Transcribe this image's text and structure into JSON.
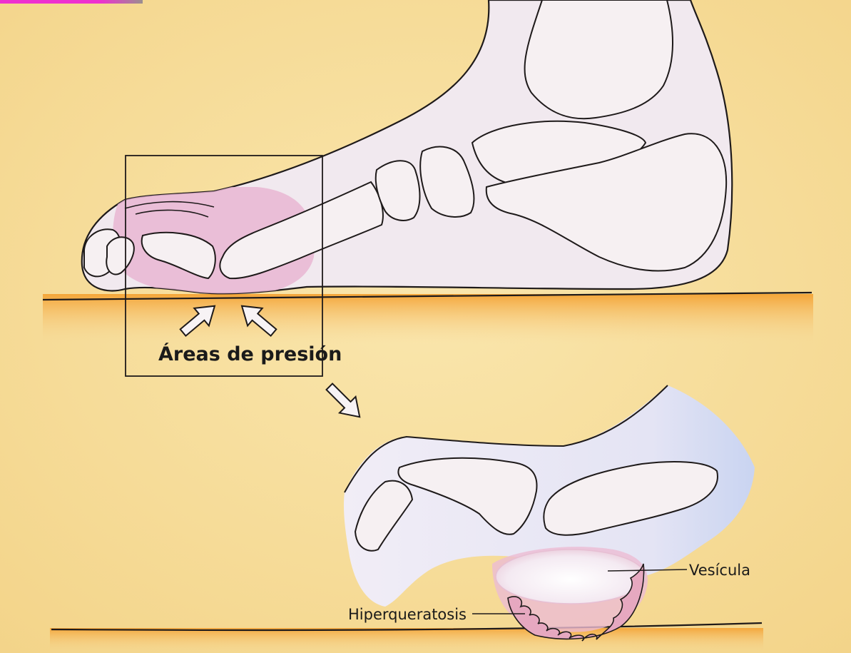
{
  "labels": {
    "pressure_areas": "Áreas de presión",
    "blister": "Vesícula",
    "hyperkeratosis": "Hiperqueratosis"
  },
  "colors": {
    "background": "#f7dd9a",
    "ground_glow": "#f5a63a",
    "bone_fill": "#f3eaee",
    "skin_fill": "#ece6f2",
    "pressure_pink": "#e9b0cf",
    "callus_pink": "#e7a7bf",
    "outline": "#1e1a1a",
    "corner_magenta": "#ee30d0"
  }
}
